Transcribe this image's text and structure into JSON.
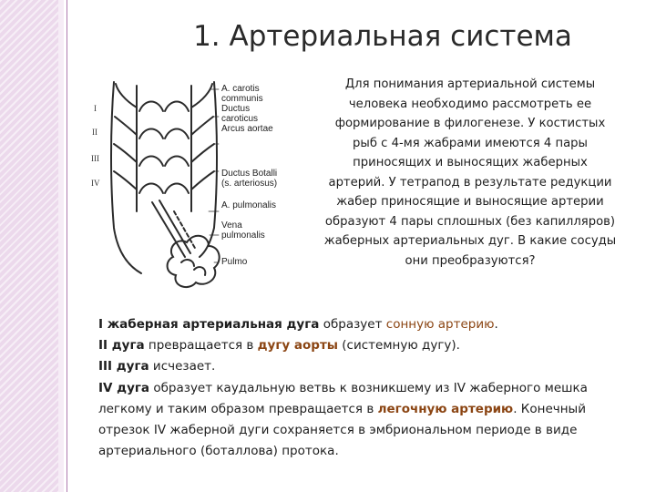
{
  "slide": {
    "title": "1. Артериальная система"
  },
  "diagram": {
    "labels": {
      "carotis_1": "A. carotis",
      "carotis_2": "communis",
      "ductus_caroticus_1": "Ductus",
      "ductus_caroticus_2": "caroticus",
      "arcus_aortae": "Arcus aortae",
      "ductus_botalli_1": "Ductus Botalli",
      "ductus_botalli_2": "(s. arteriosus)",
      "a_pulmonalis": "A. pulmonalis",
      "vena_pulmonalis_1": "Vena",
      "vena_pulmonalis_2": "pulmonalis",
      "pulmo": "Pulmo"
    },
    "roman": [
      "I",
      "II",
      "III",
      "IV"
    ]
  },
  "intro": {
    "lines": [
      "Для понимания артериальной системы",
      "человека необходимо рассмотреть ее",
      "формирование в филогенезе. У костистых",
      "рыб с 4-мя жабрами имеются 4 пары",
      "приносящих и выносящих жаберных",
      "артерий. У тетрапод в результате редукции",
      "жабер приносящие и выносящие артерии",
      "образуют 4 пары сплошных (без капилляров)",
      "жаберных артериальных дуг. В какие сосуды",
      "они преобразуются?"
    ]
  },
  "body": {
    "p1": {
      "bold": "I жаберная артериальная дуга",
      "text": " образует ",
      "highlight": "сонную артерию",
      "end": "."
    },
    "p2": {
      "bold": "II дуга",
      "text": " превращается в ",
      "highlight": "дугу аорты",
      "end": " (системную дугу)."
    },
    "p3": {
      "bold": "III дуга",
      "text": " исчезает."
    },
    "p4": {
      "bold": "IV дуга",
      "line1": " образует каудальную ветвь к возникшему из IV жаберного мешка",
      "line2_pre": "легкому и таким образом превращается в ",
      "highlight": "легочную артерию",
      "line2_post": ". Конечный",
      "line3": "отрезок IV жаберной дуги сохраняется в эмбриональном периоде в виде",
      "line4": "артериального (боталлова) протока."
    }
  }
}
